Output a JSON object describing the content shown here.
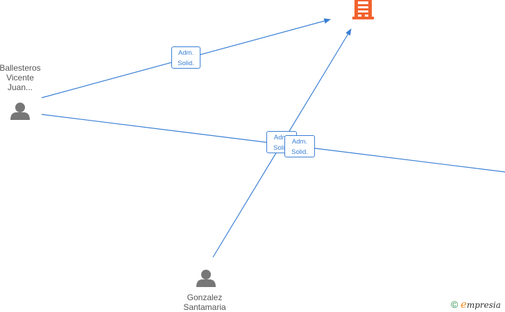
{
  "nodes": [
    {
      "id": "ballesteros",
      "type": "person",
      "label": "Ballesteros\nVicente\nJuan..."
    },
    {
      "id": "gonzalez",
      "type": "person",
      "label": "Gonzalez\nSantamaria"
    },
    {
      "id": "company",
      "type": "company",
      "label": ""
    }
  ],
  "relations": [
    {
      "line1": "Adm.",
      "line2": "Solid."
    },
    {
      "line1": "Adm.",
      "line2": "Solid."
    },
    {
      "line1": "Adm.",
      "line2": "Solid."
    }
  ],
  "colors": {
    "edge": "#3a7fd5",
    "person": "#777777",
    "company": "#f2622e"
  },
  "watermark": {
    "copyright": "©",
    "brand_e": "e",
    "brand_rest": "mpresia"
  }
}
